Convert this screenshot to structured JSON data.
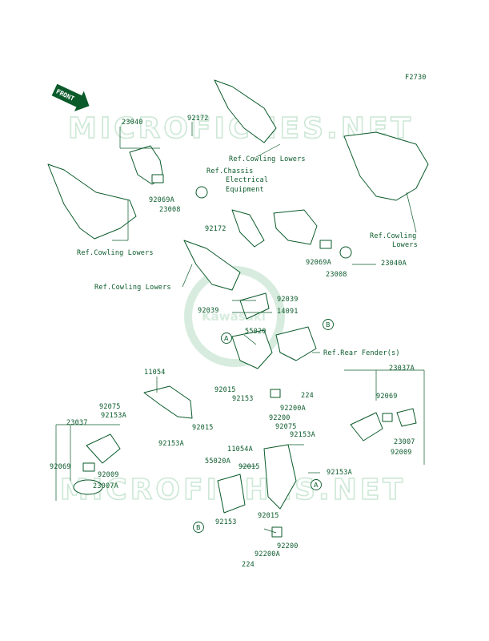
{
  "figure_code": "F2730",
  "front_label": "FRONT",
  "watermark_text": "MICROFICHES.NET",
  "logo_text": "Kawasaki",
  "labels": {
    "l_23040": "23040",
    "l_92172_top": "92172",
    "l_ref_cowl_lowers_top": "Ref.Cowling Lowers",
    "l_ref_chassis_1": "Ref.Chassis",
    "l_ref_chassis_2": "Electrical",
    "l_ref_chassis_3": "Equipment",
    "l_92069a_left": "92069A",
    "l_23008_left": "23008",
    "l_ref_cowl_lowers_right_1": "Ref.Cowling",
    "l_ref_cowl_lowers_right_2": "Lowers",
    "l_92172_mid": "92172",
    "l_ref_cowl_lowers_left": "Ref.Cowling Lowers",
    "l_92069a_right": "92069A",
    "l_23040a": "23040A",
    "l_23008_right": "23008",
    "l_ref_cowl_lowers_mid": "Ref.Cowling Lowers",
    "l_92039_a": "92039",
    "l_92039_b": "92039",
    "l_14091": "14091",
    "l_55020": "55020",
    "l_ref_rear_fender": "Ref.Rear Fender(s)",
    "l_11054": "11054",
    "l_23037a": "23037A",
    "l_92015_a": "92015",
    "l_92153_a": "92153",
    "l_224_a": "224",
    "l_92075_a": "92075",
    "l_92153a_a": "92153A",
    "l_92015_b": "92015",
    "l_92200a_a": "92200A",
    "l_92200_a": "92200",
    "l_92069_right": "92069",
    "l_23037": "23037",
    "l_92153a_b": "92153A",
    "l_92075_b": "92075",
    "l_92153a_c": "92153A",
    "l_23007": "23007",
    "l_11054a": "11054A",
    "l_92009_right": "92009",
    "l_92069_left": "92069",
    "l_92009_left": "92009",
    "l_55020a": "55020A",
    "l_92015_c": "92015",
    "l_92153a_d": "92153A",
    "l_23007a": "23007A",
    "l_92015_d": "92015",
    "l_92153_b": "92153",
    "l_92200_b": "92200",
    "l_92200a_b": "92200A",
    "l_224_b": "224"
  },
  "callouts": {
    "a1": "A",
    "a2": "A",
    "b1": "B",
    "b2": "B"
  }
}
